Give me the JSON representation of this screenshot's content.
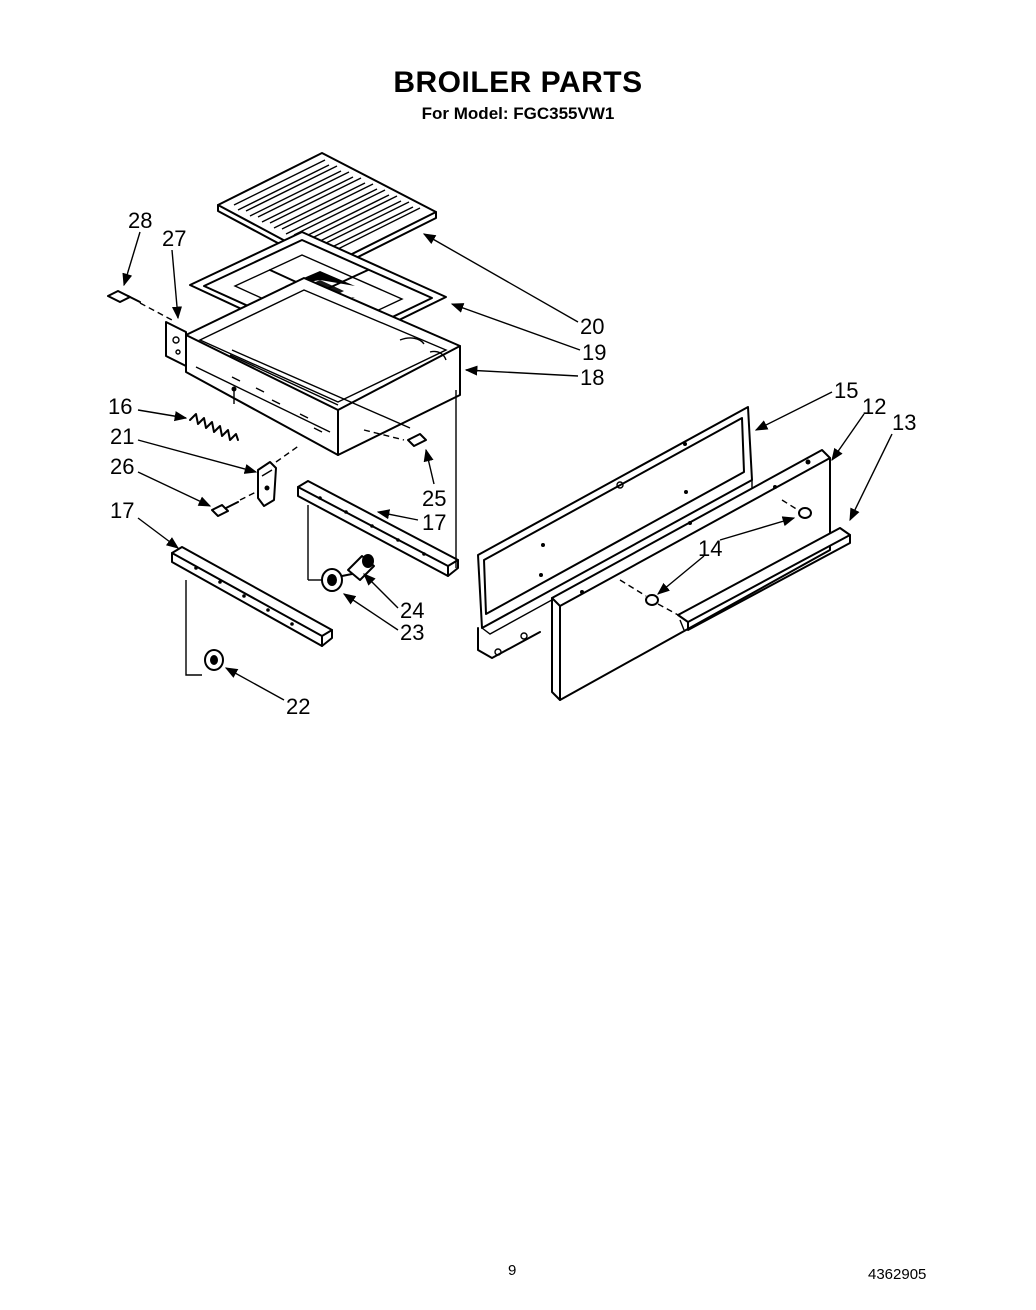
{
  "header": {
    "title": "BROILER PARTS",
    "subtitle": "For Model: FGC355VW1"
  },
  "footer": {
    "page_number": "9",
    "document_number": "4362905"
  },
  "callouts": {
    "c12": "12",
    "c13": "13",
    "c14": "14",
    "c15": "15",
    "c16": "16",
    "c17a": "17",
    "c17b": "17",
    "c18": "18",
    "c19": "19",
    "c20": "20",
    "c21": "21",
    "c22": "22",
    "c23": "23",
    "c24": "24",
    "c25": "25",
    "c26": "26",
    "c27": "27",
    "c28": "28"
  }
}
